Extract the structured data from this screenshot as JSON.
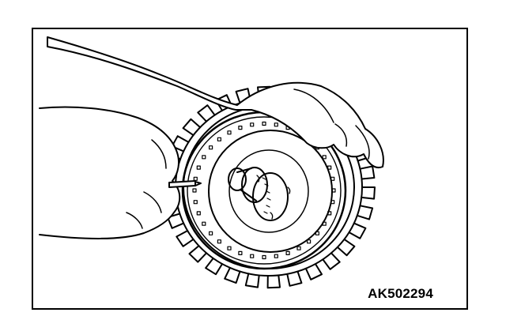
{
  "figure": {
    "code": "AK502294",
    "colors": {
      "line": "#000000",
      "background": "#ffffff"
    },
    "parts": [
      "clutch-drum",
      "friction-plates",
      "snap-ring",
      "hub",
      "input-shaft",
      "hand-holding-drum",
      "hand-with-screwdriver",
      "screwdriver"
    ]
  }
}
